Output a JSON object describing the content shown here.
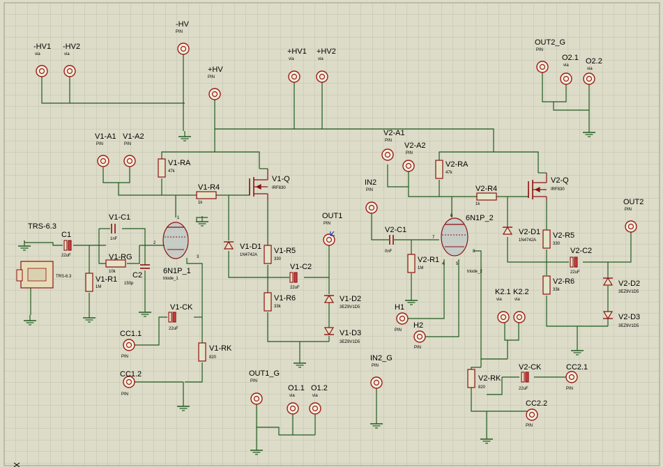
{
  "tubes": [
    {
      "ref": "6N1P_1",
      "value": "triode_1"
    },
    {
      "ref": "6N1P_2",
      "value": "triode_2"
    }
  ],
  "pins": {
    "nHV": "-HV",
    "nHV1": "-HV1",
    "nHV2": "-HV2",
    "pHV": "+HV",
    "pHV1": "+HV1",
    "pHV2": "+HV2",
    "V1A1": "V1-A1",
    "V1A2": "V1-A2",
    "V2A1": "V2-A1",
    "V2A2": "V2-A2",
    "OUT1": "OUT1",
    "OUT2": "OUT2",
    "OUT1G": "OUT1_G",
    "OUT2G": "OUT2_G",
    "O11": "O1.1",
    "O12": "O1.2",
    "O21": "O2.1",
    "O22": "O2.2",
    "IN2": "IN2",
    "IN2G": "IN2_G",
    "CC11": "CC1.1",
    "CC12": "CC1.2",
    "CC21": "CC2.1",
    "CC22": "CC2.2",
    "H1": "H1",
    "H2": "H2",
    "K21": "K2.1",
    "K22": "K2.2",
    "TRS": "TRS-6.3"
  },
  "pin_type": {
    "pin": "PIN",
    "via": "via"
  },
  "trs_body_label": "TRS-6.3",
  "components": {
    "C1": [
      "C1",
      "22uF"
    ],
    "V1C1": [
      "V1-C1",
      "1nF"
    ],
    "V1RG": [
      "V1-RG",
      "10k"
    ],
    "V1R1": [
      "V1-R1",
      "1M"
    ],
    "C2": [
      "C2",
      "150p"
    ],
    "V1RA": [
      "V1-RA",
      "47k"
    ],
    "V1R4": [
      "V1-R4",
      "1k"
    ],
    "V1Q": [
      "V1-Q",
      "IRF830"
    ],
    "V1D1": [
      "V1-D1",
      "1N4742A"
    ],
    "V1R5": [
      "V1-R5",
      "330"
    ],
    "V1C2": [
      "V1-C2",
      "22uF"
    ],
    "V1R6": [
      "V1-R6",
      "33k"
    ],
    "V1D2": [
      "V1-D2",
      "3EZ9V1D5"
    ],
    "V1D3": [
      "V1-D3",
      "3EZ9V1D5"
    ],
    "V1CK": [
      "V1-CK",
      "22uF"
    ],
    "V1RK": [
      "V1-RK",
      "820"
    ],
    "V2C1": [
      "V2-C1",
      "0nF"
    ],
    "V2R1": [
      "V2-R1",
      "1M"
    ],
    "V2RA": [
      "V2-RA",
      "47k"
    ],
    "V2R4": [
      "V2-R4",
      "1k"
    ],
    "V2Q": [
      "V2-Q",
      "IRF830"
    ],
    "V2D1": [
      "V2-D1",
      "1N4742A"
    ],
    "V2R5": [
      "V2-R5",
      "330"
    ],
    "V2C2": [
      "V2-C2",
      "22uF"
    ],
    "V2R6": [
      "V2-R6",
      "33k"
    ],
    "V2D2": [
      "V2-D2",
      "3EZ9V1D5"
    ],
    "V2D3": [
      "V2-D3",
      "3EZ9V1D5"
    ],
    "V2RK": [
      "V2-RK",
      "820"
    ],
    "V2CK": [
      "V2-CK",
      "22uF"
    ]
  },
  "pin_numbers": {
    "n2": "2",
    "n3": "3",
    "n1": "1",
    "n6": "6",
    "n7": "7",
    "n8": "8",
    "n4": "4",
    "n5": "5"
  },
  "colors": {
    "sheet": "#dcdcc8",
    "grid": "#b9b9a6",
    "wire": "#1f5a1f",
    "part": "#8c1010",
    "pin_ring": "#a01818"
  }
}
